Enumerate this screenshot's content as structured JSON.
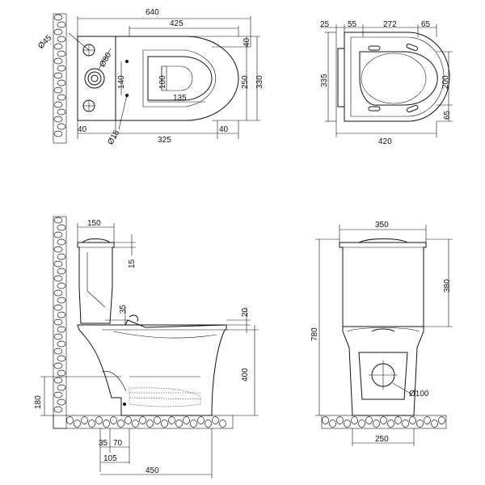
{
  "top_view": {
    "dims": {
      "overall_length": "640",
      "bowl_length": "425",
      "tank_hole_dia": "Ø45",
      "flush_hole_dia": "Ø80",
      "right_gap_top": "40",
      "bowl_width": "250",
      "overall_width": "330",
      "seat_hole_spacing": "140",
      "outlet_width": "100",
      "outlet_length": "135",
      "left_offset": "40",
      "bolt_dia": "Ø15",
      "bowl_to_end": "325",
      "right_end": "40"
    }
  },
  "seat_view": {
    "dims": {
      "hinge_offset": "25",
      "hinge_gap": "55",
      "seat_length": "272",
      "front_gap": "65",
      "seat_width": "335",
      "inner_width": "200",
      "right_lower": "65",
      "overall_length": "420"
    }
  },
  "side_view": {
    "dims": {
      "tank_depth": "150",
      "lid_height": "15",
      "seat_offset": "35",
      "seat_thickness": "20",
      "bowl_height": "400",
      "outlet_height": "180",
      "outlet_x1": "35",
      "outlet_x2": "70",
      "wall_to_outlet": "105",
      "wall_to_front": "450"
    }
  },
  "front_view": {
    "dims": {
      "tank_width": "350",
      "tank_height": "380",
      "overall_height": "780",
      "outlet_dia": "Ø100",
      "base_width": "250"
    }
  }
}
